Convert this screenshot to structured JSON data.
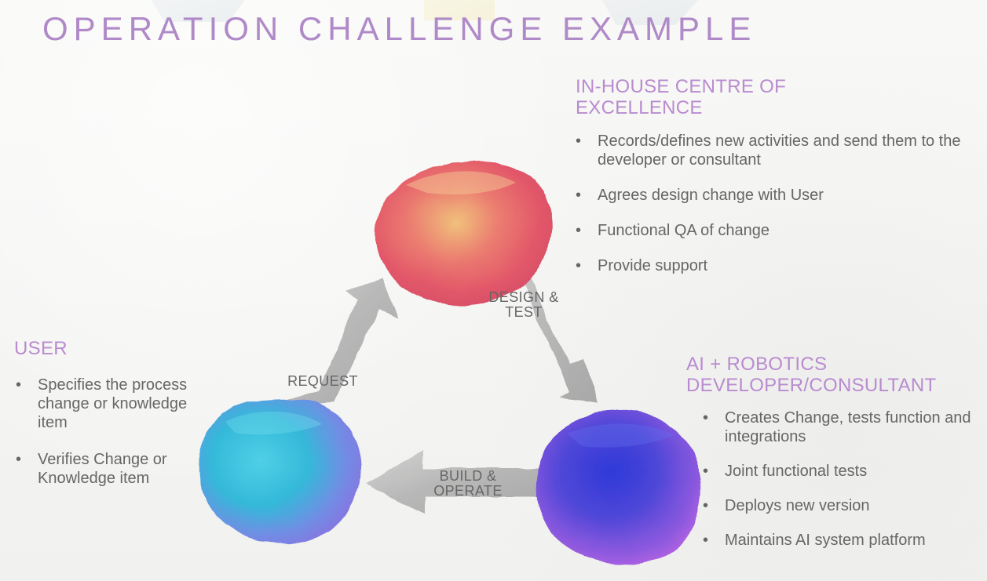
{
  "title": "OPERATION CHALLENGE EXAMPLE",
  "sections": {
    "coe": {
      "title": "IN-HOUSE CENTRE OF EXCELLENCE",
      "items": [
        "Records/defines new activities and send them to the developer or consultant",
        "Agrees design change with User",
        "Functional QA of change",
        "Provide support"
      ]
    },
    "user": {
      "title": "USER",
      "items": [
        "Specifies the process change or knowledge item",
        "Verifies Change or Knowledge item"
      ]
    },
    "developer": {
      "title": "AI + ROBOTICS DEVELOPER/CONSULTANT",
      "items": [
        "Creates Change, tests function and integrations",
        "Joint functional tests",
        "Deploys new version",
        "Maintains AI system platform"
      ]
    }
  },
  "flows": {
    "design_test": "DESIGN & TEST",
    "request": "REQUEST",
    "build_operate": "BUILD & OPERATE"
  },
  "colors": {
    "title": "#b08ac8",
    "section_title": "#b98bd0",
    "body_text": "#666666",
    "arrow": "#a9a9a9",
    "top_circle_primary": "#e25669",
    "top_circle_secondary": "#f0c07b",
    "left_circle_primary": "#34b9d9",
    "left_circle_secondary": "#8f6be0",
    "right_circle_primary": "#4f47d8",
    "right_circle_secondary": "#d56ae6"
  }
}
